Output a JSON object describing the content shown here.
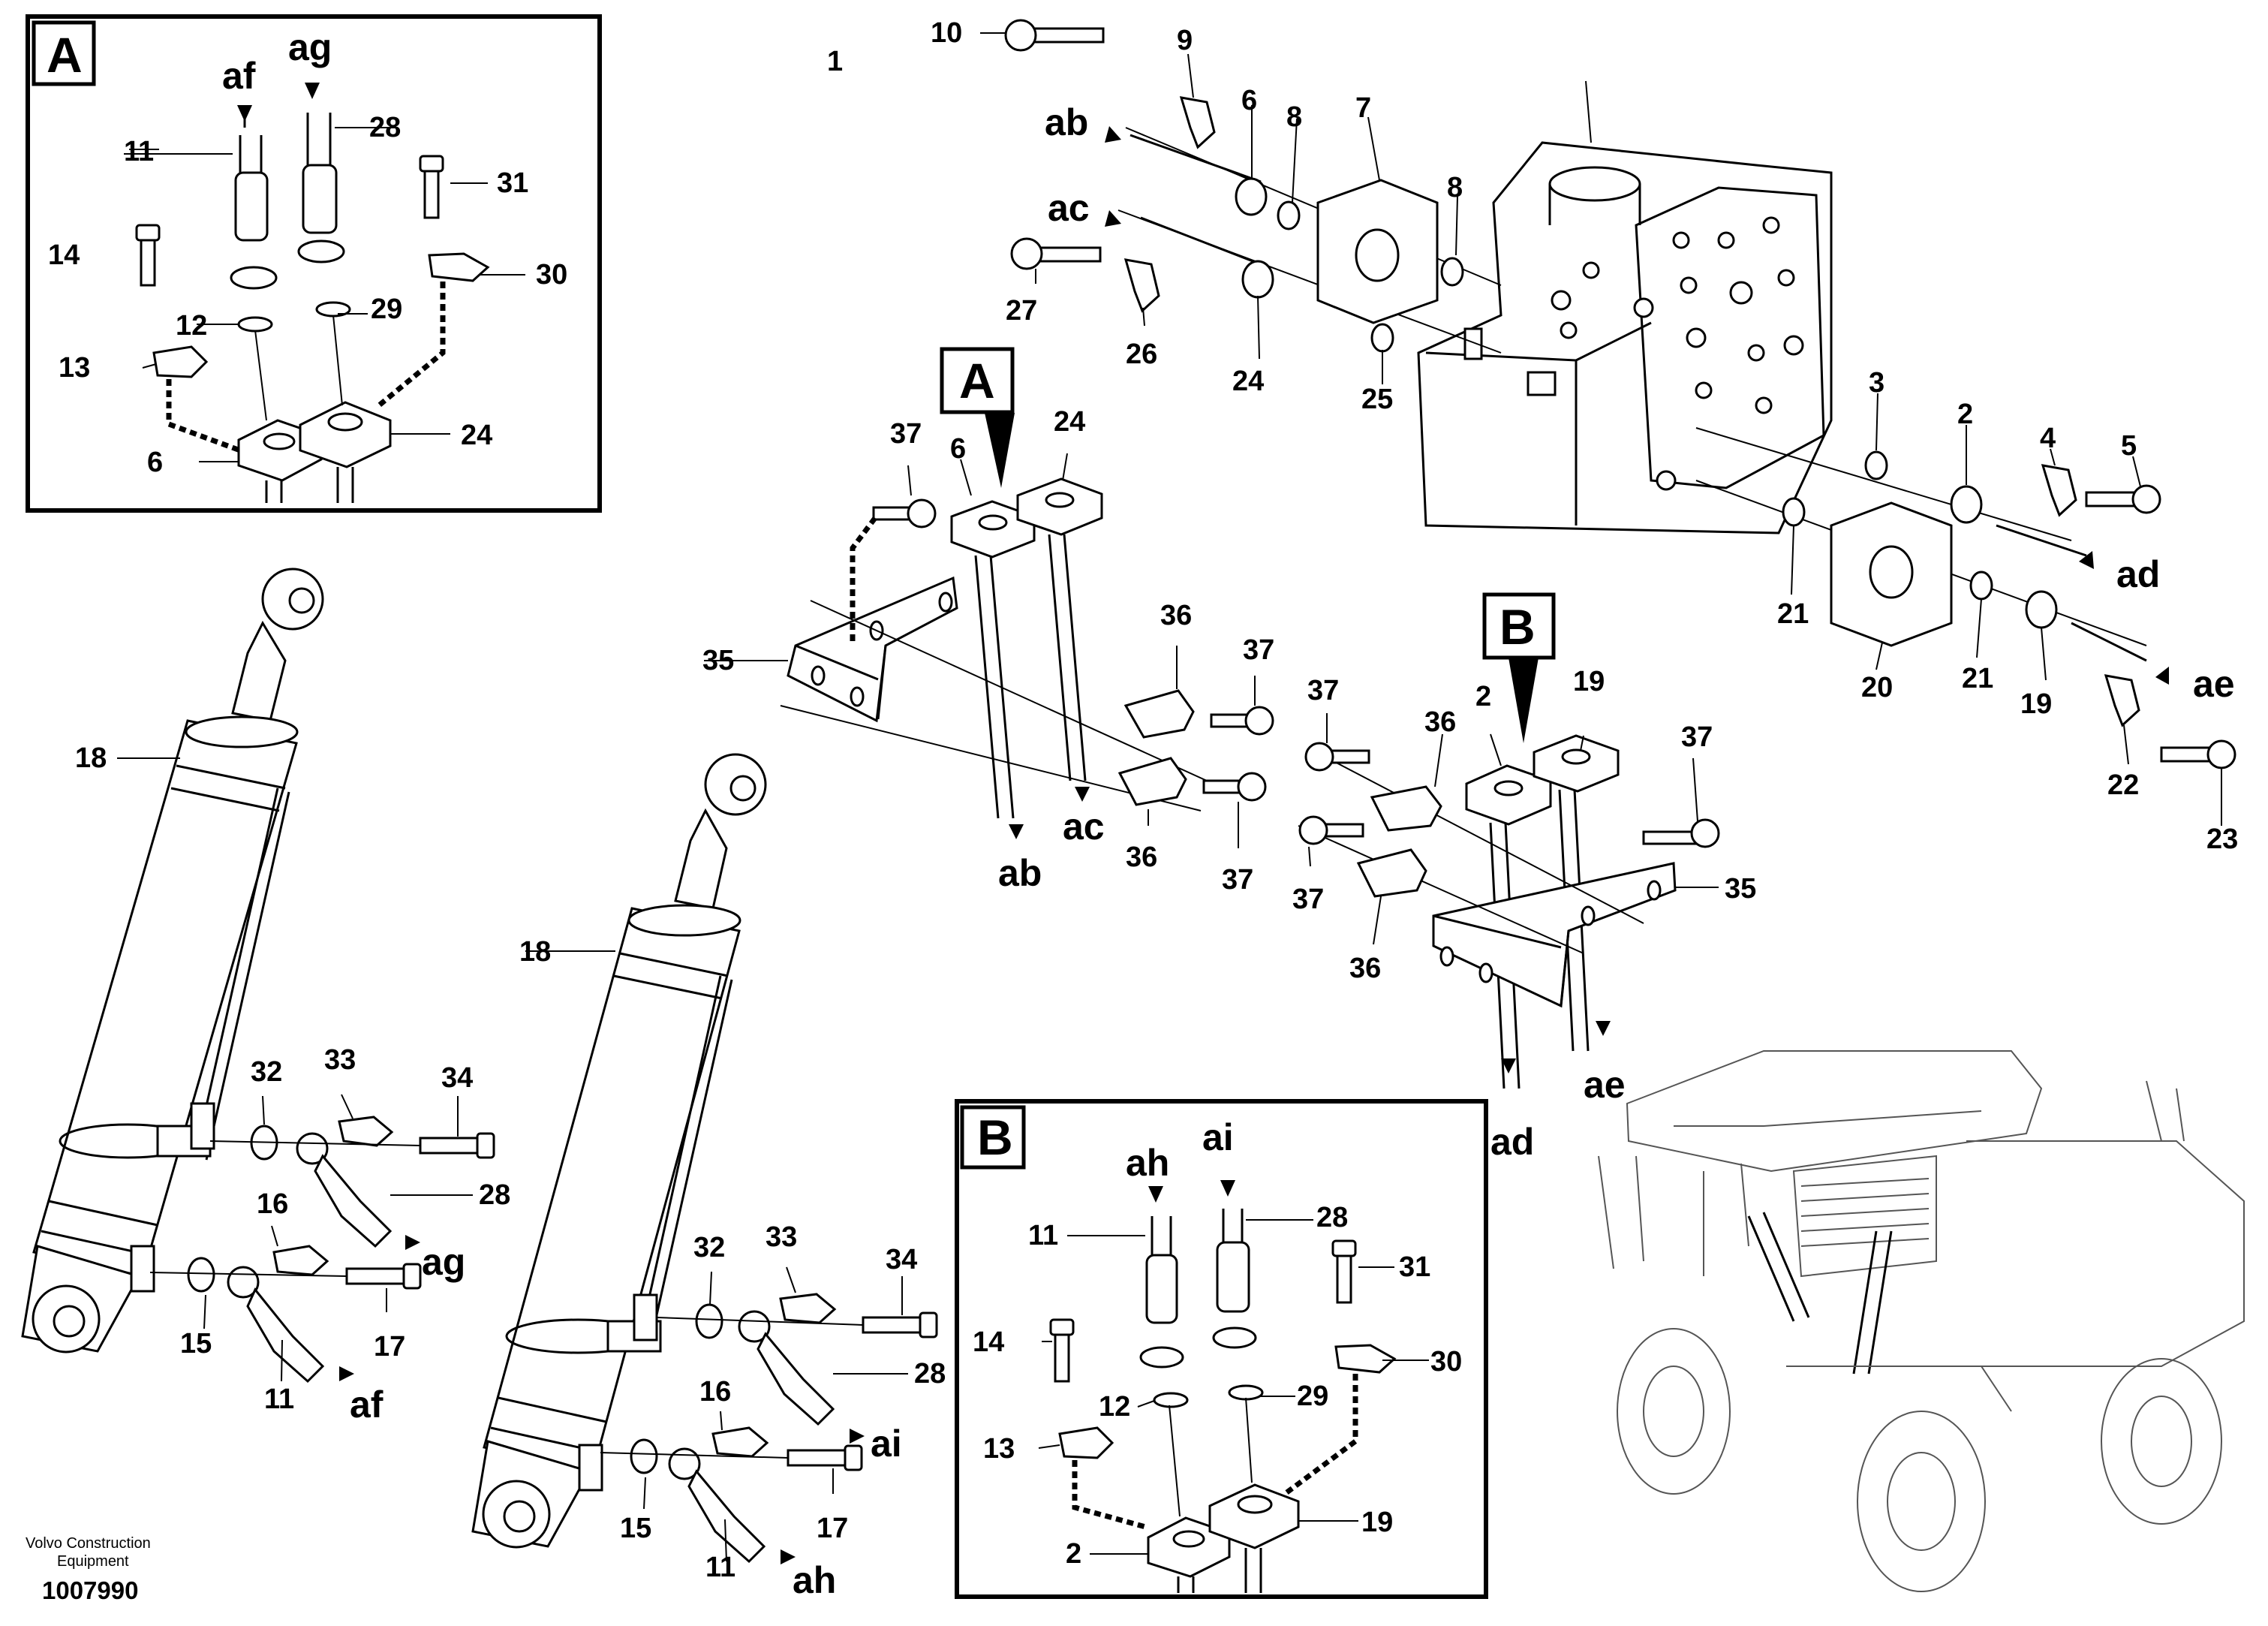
{
  "drawing": {
    "credit_line1": "Volvo Construction",
    "credit_line2": "Equipment",
    "doc_number": "1007990"
  },
  "detail_boxes": [
    {
      "id": "box-A",
      "label": "A"
    },
    {
      "id": "box-B",
      "label": "B"
    }
  ],
  "view_markers": [
    {
      "id": "A",
      "label": "A"
    },
    {
      "id": "B",
      "label": "B"
    }
  ],
  "part_numbers": [
    "1",
    "2",
    "3",
    "4",
    "5",
    "6",
    "7",
    "8",
    "9",
    "10",
    "11",
    "12",
    "13",
    "14",
    "15",
    "16",
    "17",
    "18",
    "19",
    "20",
    "21",
    "22",
    "23",
    "24",
    "25",
    "26",
    "27",
    "28",
    "29",
    "30",
    "31",
    "32",
    "33",
    "34",
    "35",
    "36",
    "37"
  ],
  "callouts": {
    "p1": "1",
    "p2": "2",
    "p3": "3",
    "p4": "4",
    "p5": "5",
    "p6": "6",
    "p7": "7",
    "p8": "8",
    "p9": "9",
    "p10": "10",
    "p11": "11",
    "p12": "12",
    "p13": "13",
    "p14": "14",
    "p15": "15",
    "p16": "16",
    "p17": "17",
    "p18": "18",
    "p19": "19",
    "p20": "20",
    "p21": "21",
    "p22": "22",
    "p23": "23",
    "p24": "24",
    "p25": "25",
    "p26": "26",
    "p27": "27",
    "p28": "28",
    "p29": "29",
    "p30": "30",
    "p31": "31",
    "p32": "32",
    "p33": "33",
    "p34": "34",
    "p35": "35",
    "p36": "36",
    "p37": "37"
  },
  "connection_refs": {
    "ab": "ab",
    "ac": "ac",
    "ad": "ad",
    "ae": "ae",
    "af": "af",
    "ag": "ag",
    "ah": "ah",
    "ai": "ai"
  }
}
